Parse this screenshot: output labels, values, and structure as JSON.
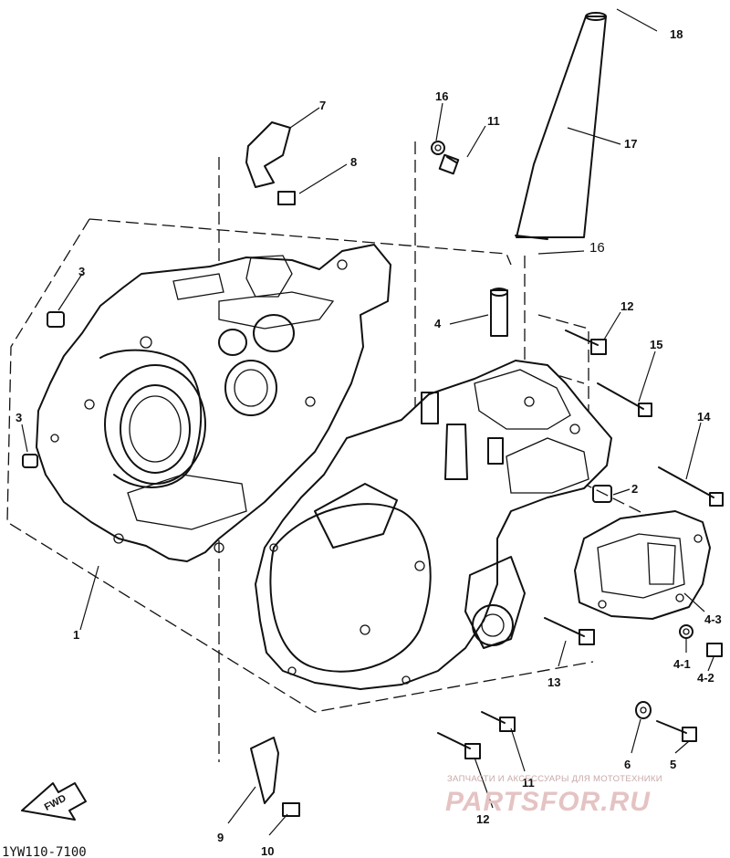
{
  "callouts": [
    {
      "id": "c1",
      "text": "1"
    },
    {
      "id": "c2",
      "text": "2"
    },
    {
      "id": "c3a",
      "text": "3"
    },
    {
      "id": "c3b",
      "text": "3"
    },
    {
      "id": "c4",
      "text": "4"
    },
    {
      "id": "c4-1",
      "text": "4-1"
    },
    {
      "id": "c4-2",
      "text": "4-2"
    },
    {
      "id": "c4-3",
      "text": "4-3"
    },
    {
      "id": "c5",
      "text": "5"
    },
    {
      "id": "c6",
      "text": "6"
    },
    {
      "id": "c7",
      "text": "7"
    },
    {
      "id": "c8",
      "text": "8"
    },
    {
      "id": "c9",
      "text": "9"
    },
    {
      "id": "c10",
      "text": "10"
    },
    {
      "id": "c11a",
      "text": "11"
    },
    {
      "id": "c11b",
      "text": "11"
    },
    {
      "id": "c12a",
      "text": "12"
    },
    {
      "id": "c12b",
      "text": "12"
    },
    {
      "id": "c13",
      "text": "13"
    },
    {
      "id": "c14",
      "text": "14"
    },
    {
      "id": "c15",
      "text": "15"
    },
    {
      "id": "c16a",
      "text": "16"
    },
    {
      "id": "c16b",
      "text": "16"
    },
    {
      "id": "c17",
      "text": "17"
    },
    {
      "id": "c18",
      "text": "18"
    }
  ],
  "fwd_label": "FWD",
  "diagram_code": "1YW110-7100",
  "watermark": {
    "tagline": "ЗАПЧАСТИ И АКСЕССУАРЫ ДЛЯ МОТОТЕХНИКИ",
    "logo": "PARTSFOR.RU"
  }
}
